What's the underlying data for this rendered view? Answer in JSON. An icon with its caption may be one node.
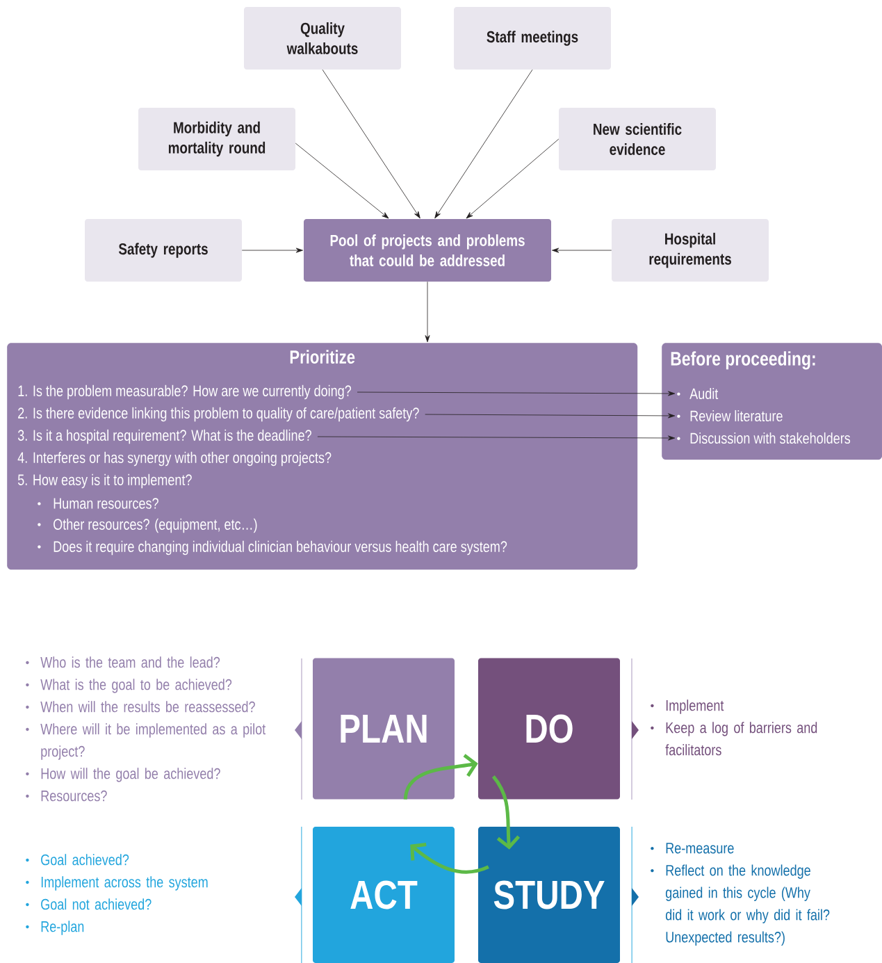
{
  "diagram": {
    "nodes": [
      {
        "text": [
          "Quality walkabouts"
        ]
      },
      {
        "text": [
          "Staff meetings"
        ]
      },
      {
        "text": [
          "Morbidity and mortality round"
        ]
      },
      {
        "text": [
          "New scientific evidence"
        ]
      },
      {
        "text": [
          "Safety reports"
        ]
      },
      {
        "text": [
          "Pool of projects and problems that could be addressed"
        ]
      },
      {
        "text": [
          "Hospital requirements"
        ]
      },
      {
        "text": [
          "Prioritize"
        ]
      },
      {
        "text": [
          "1. Is the problem measurable? How are we currently doing?"
        ],
        "in": 7
      },
      {
        "text": [
          "2. Is there evidence linking this problem to quality of care/patient safety?"
        ],
        "in": 7
      },
      {
        "text": [
          "3. Is it a hospital requirement? What is the deadline?"
        ],
        "in": 7
      },
      {
        "text": [
          "4. Interferes or has synergy with other ongoing projects?"
        ],
        "in": 7
      },
      {
        "text": [
          "5. How easy is it to implement?"
        ],
        "in": 7
      },
      {
        "text": [
          "Human resources?"
        ],
        "in": 7
      },
      {
        "text": [
          "Other resources? (equipment, etc…)"
        ],
        "in": 7
      },
      {
        "text": [
          "Does it require changing individual clinician behaviour versus health care system?"
        ],
        "in": 7
      },
      {
        "text": [
          "Before proceeding:"
        ]
      },
      {
        "text": [
          "Audit"
        ],
        "in": 16
      },
      {
        "text": [
          "Review literature"
        ],
        "in": 16
      },
      {
        "text": [
          "Discussion with stakeholders"
        ],
        "in": 16
      },
      {
        "text": [
          "PLAN"
        ],
        "beside": [
          "Who is the team and the lead?",
          "What is the goal to be achieved?",
          "When will the results be reassessed?",
          "Where will it be implemented as a pilot project?",
          "How will the goal be achieved?",
          "Resources?"
        ]
      },
      {
        "text": [
          "DO"
        ],
        "beside": [
          "Implement",
          "Keep a log of barriers and facilitators"
        ]
      },
      {
        "text": [
          "ACT"
        ],
        "beside": [
          "Goal achieved?",
          "Implement across the system",
          "Goal not achieved?",
          "Re-plan"
        ]
      },
      {
        "text": [
          "STUDY"
        ],
        "beside": [
          "Re-measure",
          "Reflect on the knowledge gained in this cycle (Why did it work or why did it fail? Unexpected results?)"
        ]
      }
    ],
    "edges": [
      {
        "from": 0,
        "to": 5,
        "arrow": "to"
      },
      {
        "from": 1,
        "to": 5,
        "arrow": "to"
      },
      {
        "from": 2,
        "to": 5,
        "arrow": "to"
      },
      {
        "from": 3,
        "to": 5,
        "arrow": "to"
      },
      {
        "from": 4,
        "to": 5,
        "arrow": "to"
      },
      {
        "from": 6,
        "to": 5,
        "arrow": "to"
      },
      {
        "from": 5,
        "to": 7,
        "arrow": "to"
      },
      {
        "from": 8,
        "to": 17,
        "arrow": "to"
      },
      {
        "from": 9,
        "to": 18,
        "arrow": "to"
      },
      {
        "from": 10,
        "to": 19,
        "arrow": "to"
      },
      {
        "from": 20,
        "to": 21,
        "arrow": "to",
        "style": "thick",
        "color": "#5cb947"
      },
      {
        "from": 21,
        "to": 23,
        "arrow": "to",
        "style": "thick",
        "color": "#5cb947"
      },
      {
        "from": 23,
        "to": 22,
        "arrow": "to",
        "style": "thick",
        "color": "#5cb947"
      }
    ]
  }
}
